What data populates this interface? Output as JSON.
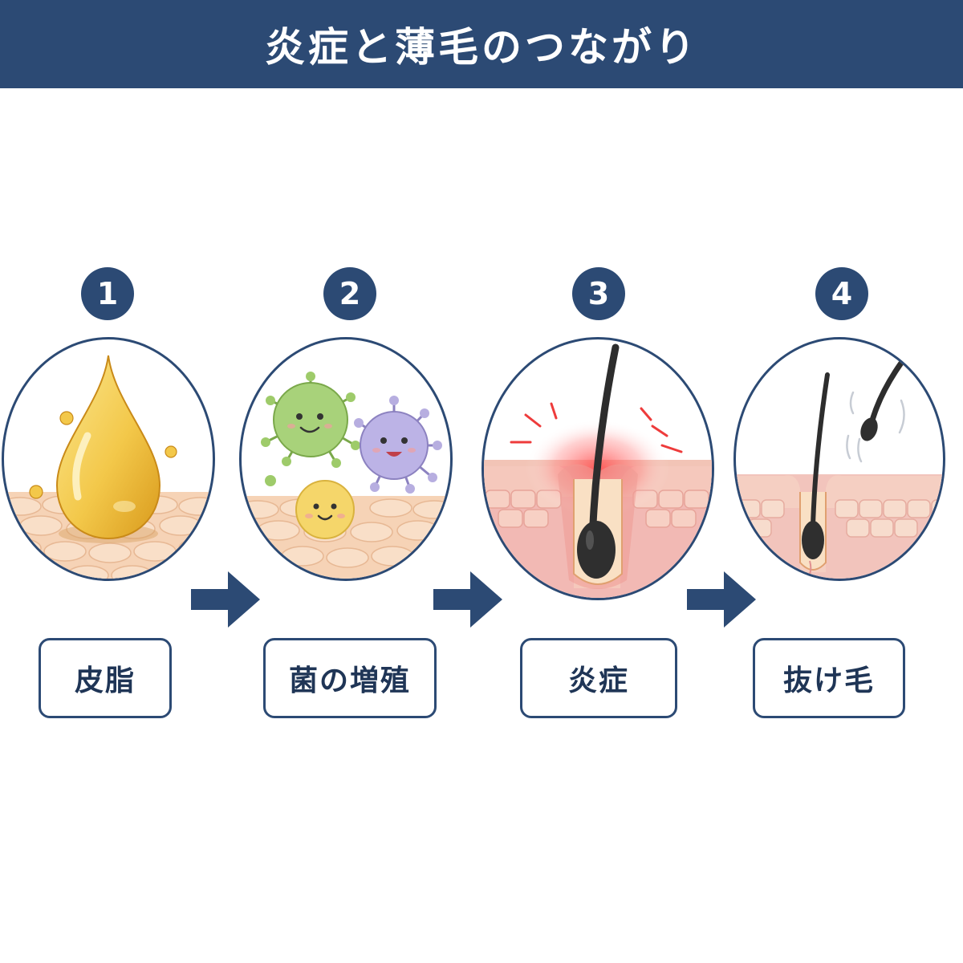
{
  "header": {
    "title": "炎症と薄毛のつながり"
  },
  "colors": {
    "navy": "#2c4a74",
    "skin": "#f6d3b6",
    "inflamed": "#f2b1b1",
    "oil": "#f3c84a"
  },
  "steps": [
    {
      "number": "1",
      "label": "皮脂",
      "icon": "oil-drop-icon"
    },
    {
      "number": "2",
      "label": "菌の増殖",
      "icon": "bacteria-icon"
    },
    {
      "number": "3",
      "label": "炎症",
      "icon": "inflamed-follicle-icon"
    },
    {
      "number": "4",
      "label": "抜け毛",
      "icon": "hair-loss-icon"
    }
  ]
}
